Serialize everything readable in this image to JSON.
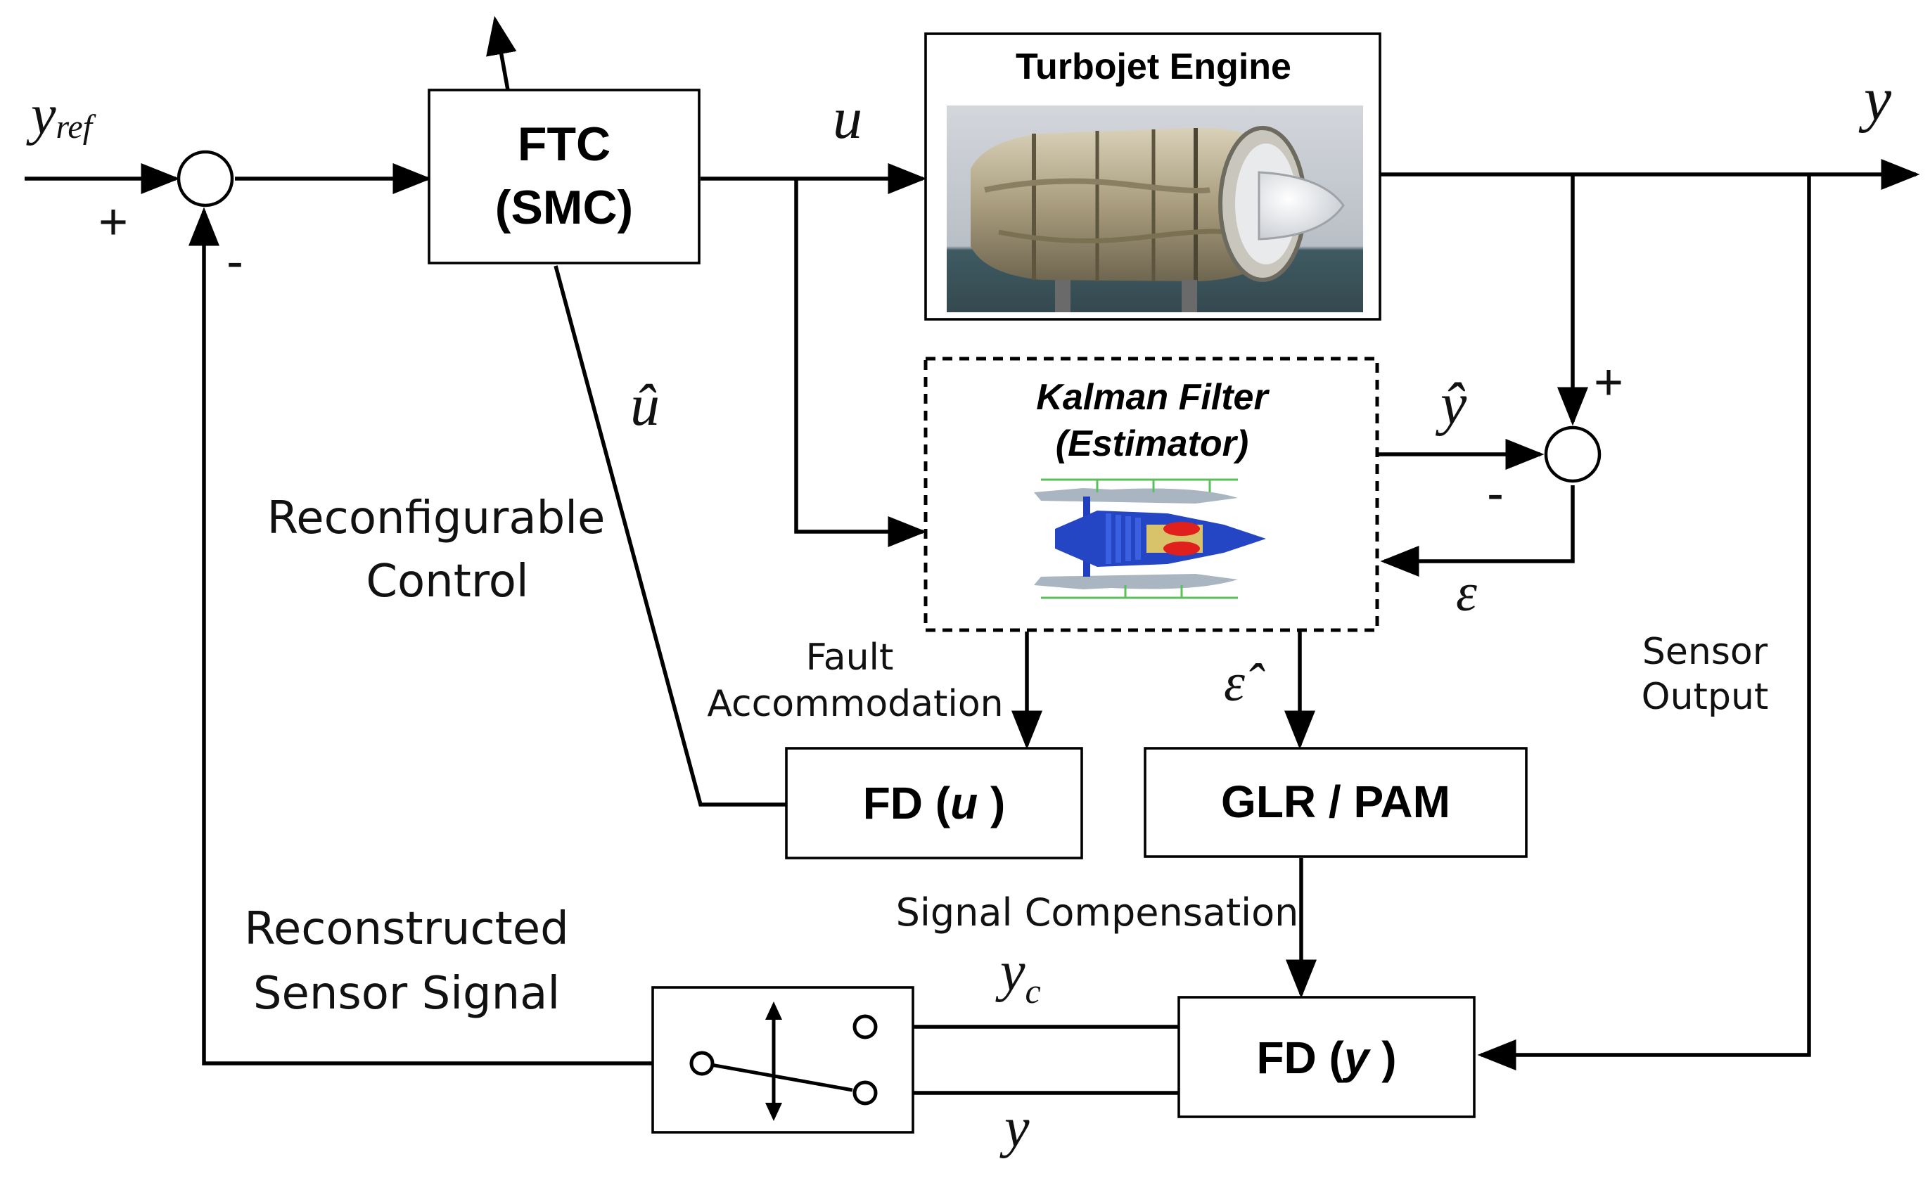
{
  "blocks": {
    "ftc": {
      "line1": "FTC",
      "line2": "(SMC)"
    },
    "turbojet": {
      "title": "Turbojet Engine"
    },
    "kalman": {
      "line1": "Kalman Filter",
      "line2": "(Estimator)"
    },
    "fd_u": {
      "prefix": "FD (",
      "var": "u",
      "suffix": " )"
    },
    "glr_pam": {
      "label": "GLR / PAM"
    },
    "fd_y": {
      "prefix": "FD (",
      "var": "y",
      "suffix": " )"
    }
  },
  "signals": {
    "y_ref": "y",
    "y_ref_sub": "ref",
    "u": "u",
    "y_out": "y",
    "u_hat": "û",
    "y_hat": "ŷ",
    "epsilon": "ε",
    "epsilon_hat": "ε̂",
    "y_c": "y",
    "y_c_sub": "c",
    "y_switch": "y"
  },
  "signs": {
    "sum1_plus": "+",
    "sum1_minus": "-",
    "sum2_plus": "+",
    "sum2_minus": "-"
  },
  "labels": {
    "reconfigurable_control_1": "Reconfigurable",
    "reconfigurable_control_2": "Control",
    "fault_accommodation_1": "Fault",
    "fault_accommodation_2": "Accommodation",
    "sensor_output_1": "Sensor",
    "sensor_output_2": "Output",
    "signal_compensation": "Signal Compensation",
    "reconstructed_1": "Reconstructed",
    "reconstructed_2": "Sensor Signal"
  },
  "colors": {
    "engine_photo_top": "#c9cdd3",
    "engine_photo_bottom": "#3f5a62",
    "engine_body": "#b7ad93",
    "schematic_blue": "#1f3fbf",
    "schematic_red": "#e0201c",
    "schematic_gray": "#9aa8b4"
  }
}
